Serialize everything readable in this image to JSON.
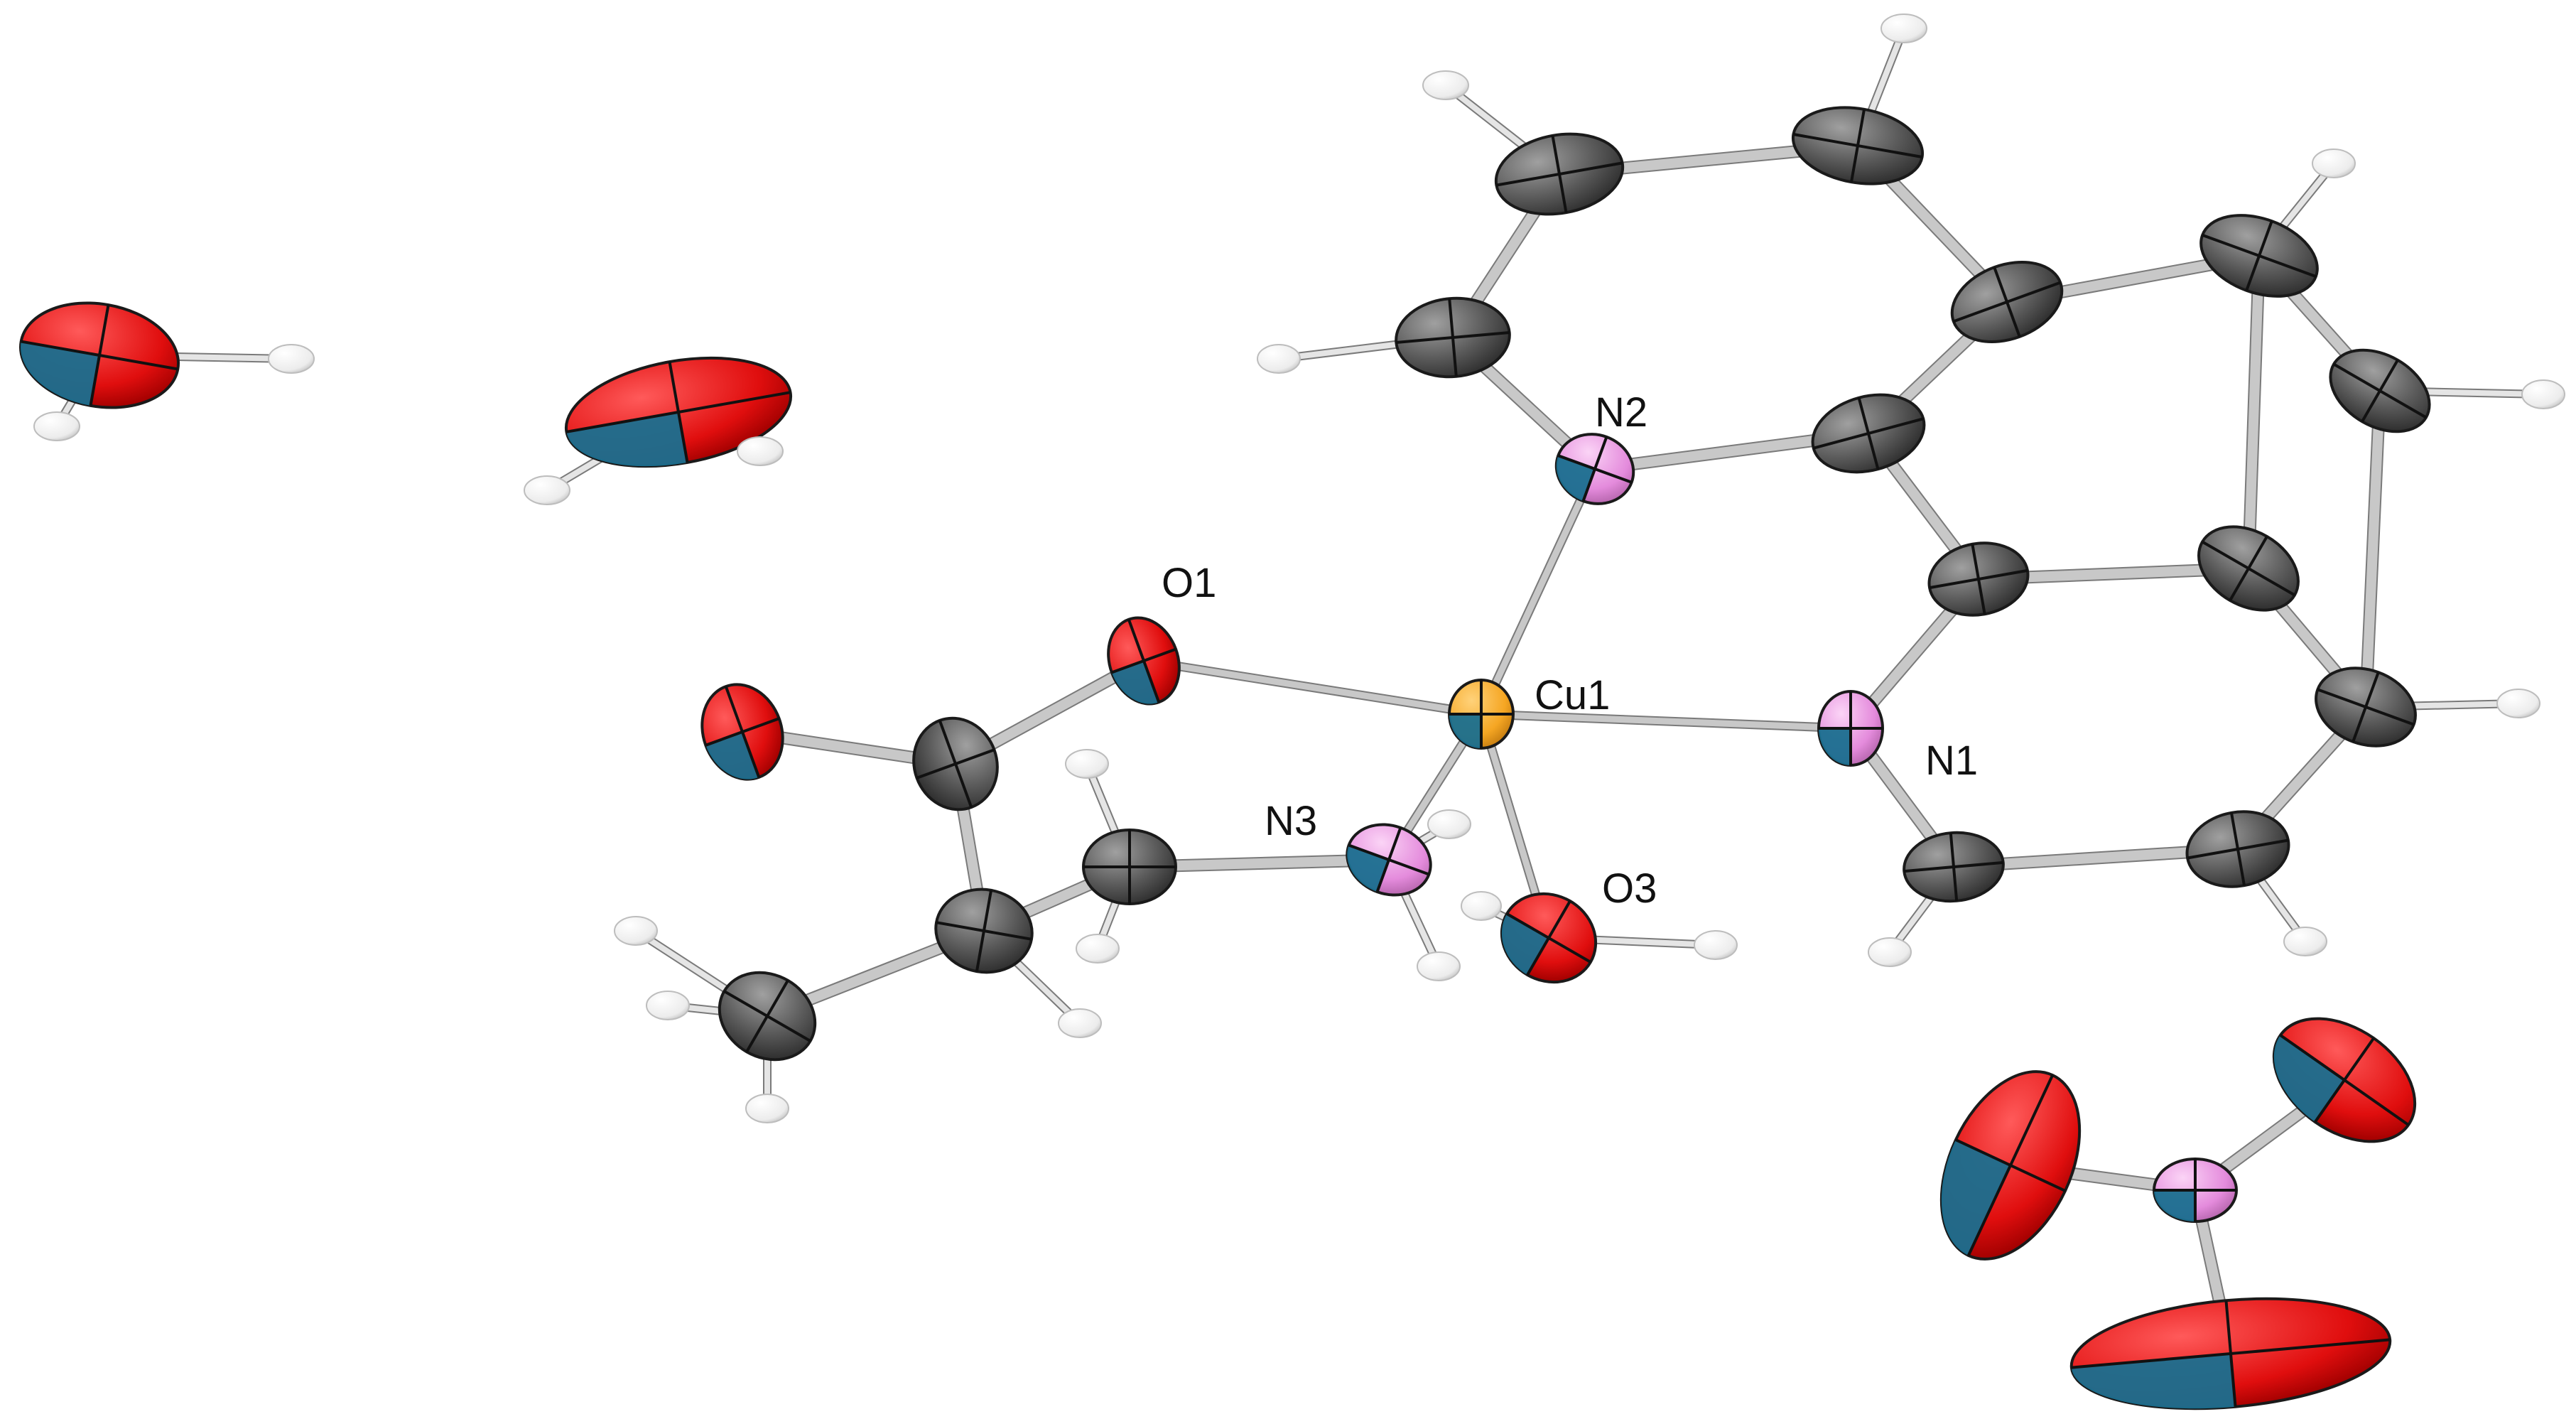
{
  "figure": {
    "type": "ORTEP crystal structure",
    "atom_labels": {
      "N2": "N2",
      "O1": "O1",
      "Cu1": "Cu1",
      "N1": "N1",
      "N3": "N3",
      "O3": "O3"
    }
  },
  "colors": {
    "carbon": "#555555",
    "carbon_light": "#8a8a8a",
    "nitrogen": "#e89ae0",
    "oxygen": "#dd1111",
    "octant_cut": "#1a6f8f",
    "copper": "#f5a623",
    "hydrogen": "#f2f2f2",
    "bond": "#c8c8c8",
    "bond_edge": "#7a7a7a",
    "label_text": "#111111"
  },
  "atom_types": {
    "carbon": "C",
    "nitrogen": "N",
    "oxygen": "O",
    "copper": "Cu",
    "hydrogen": "H"
  }
}
